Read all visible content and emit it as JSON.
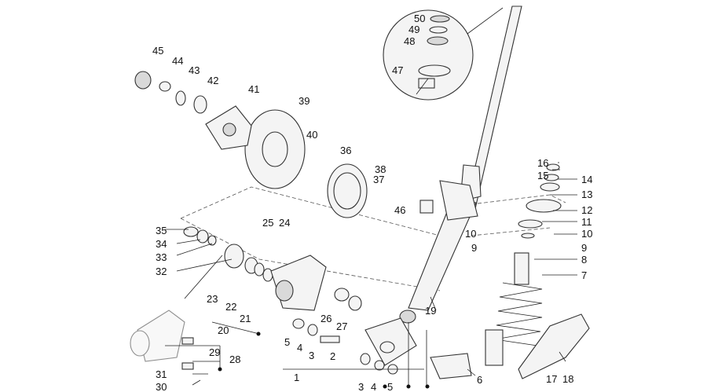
{
  "diagram": {
    "callouts": [
      "1",
      "2",
      "3",
      "4",
      "5",
      "6",
      "7",
      "8",
      "9",
      "10",
      "11",
      "12",
      "13",
      "14",
      "15",
      "16",
      "17",
      "18",
      "19",
      "20",
      "21",
      "22",
      "23",
      "24",
      "25",
      "26",
      "27",
      "28",
      "29",
      "30",
      "31",
      "32",
      "33",
      "34",
      "35",
      "36",
      "37",
      "38",
      "39",
      "40",
      "41",
      "42",
      "43",
      "44",
      "45",
      "46",
      "47",
      "48",
      "49",
      "50"
    ],
    "extra_callouts": [
      "3",
      "4",
      "5",
      "9",
      "10"
    ],
    "colors": {
      "line": "#333333",
      "fill": "#f4f4f4",
      "text": "#111111"
    }
  }
}
